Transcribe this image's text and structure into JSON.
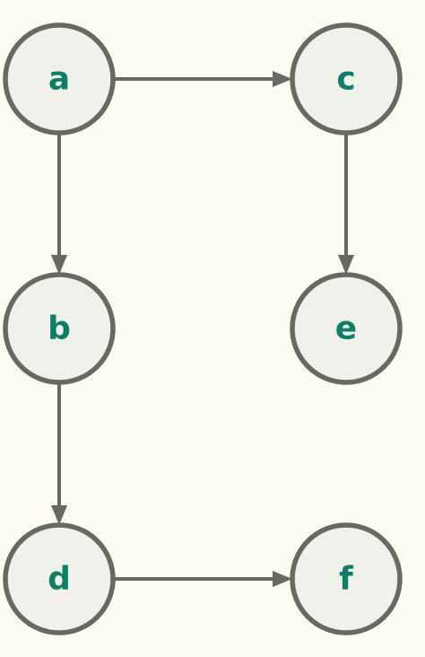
{
  "colors": {
    "background": "#fdfdf3",
    "node_fill": "#f1f1ec",
    "node_stroke": "#666a62",
    "edge": "#666a62",
    "label": "#0e7f66"
  },
  "nodes": [
    {
      "id": "a",
      "label": "a"
    },
    {
      "id": "c",
      "label": "c"
    },
    {
      "id": "b",
      "label": "b"
    },
    {
      "id": "e",
      "label": "e"
    },
    {
      "id": "d",
      "label": "d"
    },
    {
      "id": "f",
      "label": "f"
    }
  ],
  "edges": [
    {
      "from": "a",
      "to": "c"
    },
    {
      "from": "a",
      "to": "b"
    },
    {
      "from": "c",
      "to": "e"
    },
    {
      "from": "b",
      "to": "d"
    },
    {
      "from": "d",
      "to": "f"
    }
  ]
}
